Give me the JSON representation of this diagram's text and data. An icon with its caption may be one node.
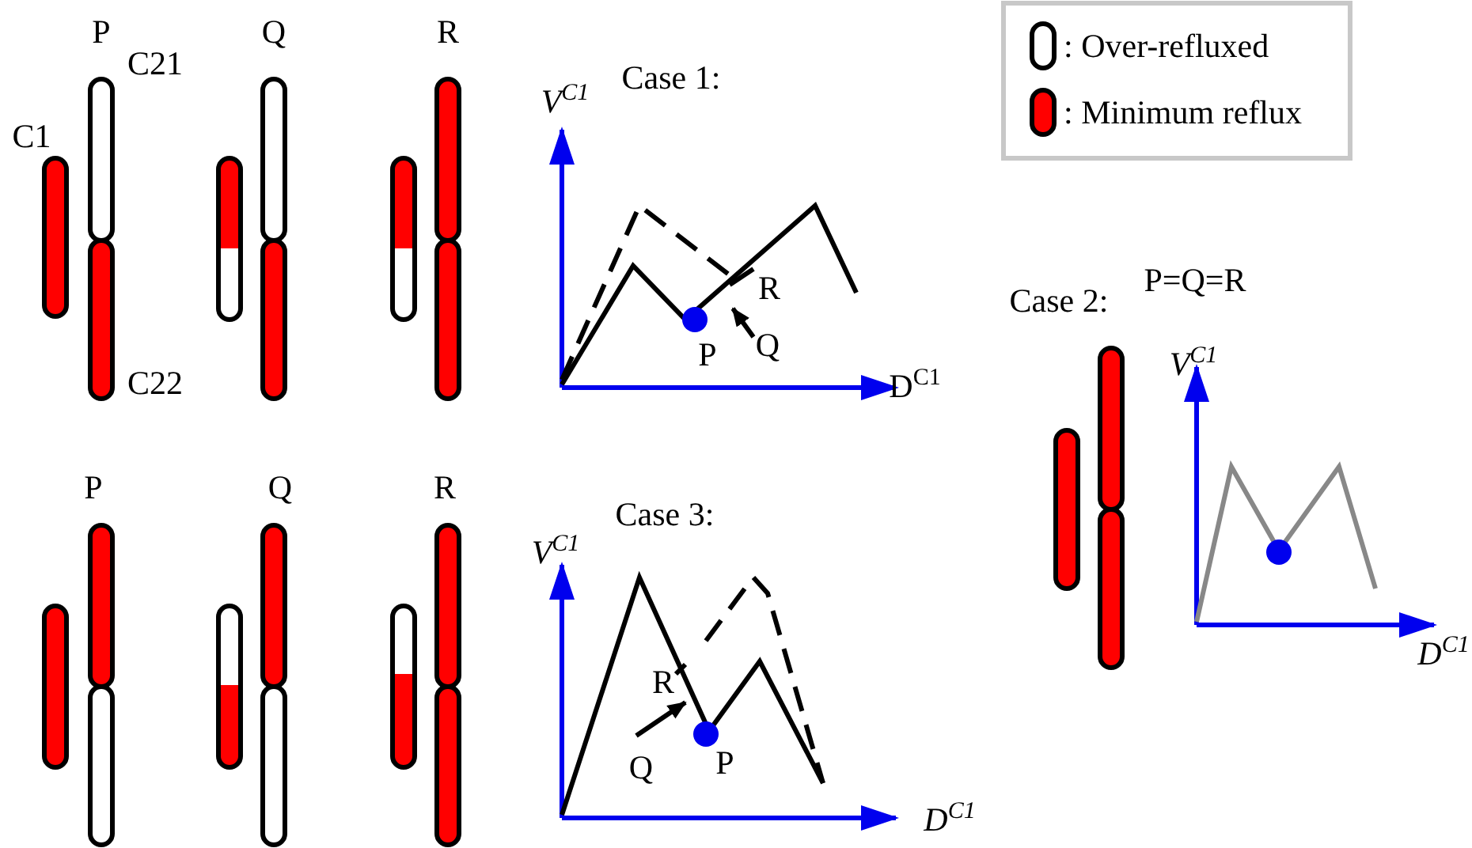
{
  "diagram": {
    "labels": [
      "P",
      "Q",
      "R",
      "C21",
      "C1",
      "C22",
      "Case 1:",
      "V$^{C1}$",
      "R",
      "P",
      "Q",
      "D$^{C1}$",
      "Case 2:",
      "P=Q=R",
      "V$^{C1}$",
      "D$^{C1}$",
      "P",
      "Q",
      "R",
      "Case 3:",
      "V$^{C1}$",
      "R",
      "Q",
      "P",
      "D$^{C1}$"
    ],
    "legend": [
      {
        "text": ": Over-refluxed",
        "color": "#ffffff"
      },
      {
        "text": ": Minimum reflux",
        "color": "#ff0000"
      }
    ]
  }
}
